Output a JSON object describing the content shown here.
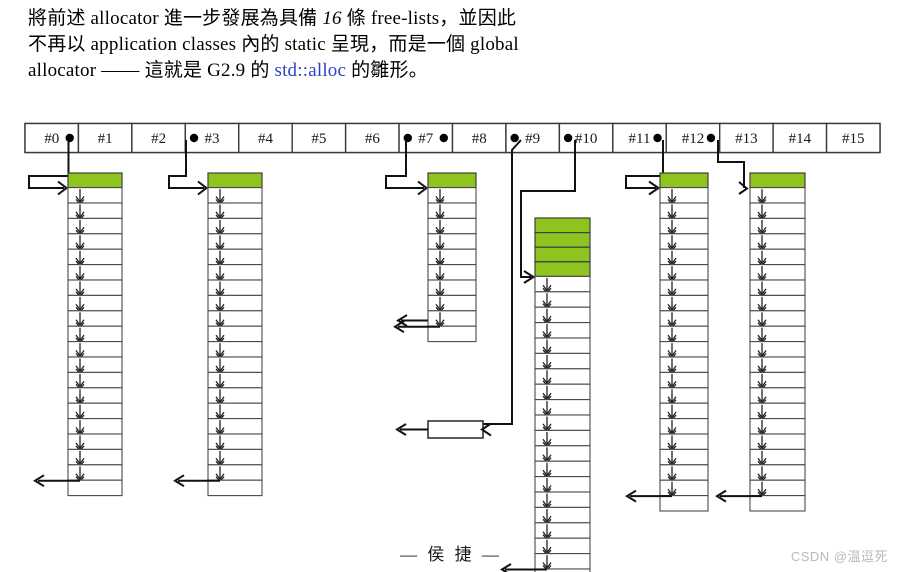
{
  "header": {
    "line1_a": "將前述 allocator 進一步發展為具備 ",
    "line1_em": "16",
    "line1_b": " 條 free-lists，並因此",
    "line2": "不再以 application classes 內的 static 呈現，而是一個 global",
    "line3_a": "allocator —— 這就是 G2.9 的 ",
    "line3_link": "std::alloc",
    "line3_b": " 的雛形。"
  },
  "colors": {
    "green_block": "#8fc31f",
    "link_blue": "#2b3fd0",
    "wire": "#111111",
    "cell_border": "#4a4a4a",
    "watermark": "#b9b9b9"
  },
  "free_list_bar": {
    "label": "free-lists index bar",
    "cells": [
      {
        "label": "#0",
        "dot_left": false,
        "dot_right": true
      },
      {
        "label": "#1",
        "dot_left": false,
        "dot_right": false
      },
      {
        "label": "#2",
        "dot_left": false,
        "dot_right": false
      },
      {
        "label": "#3",
        "dot_left": true,
        "dot_right": false
      },
      {
        "label": "#4",
        "dot_left": false,
        "dot_right": false
      },
      {
        "label": "#5",
        "dot_left": false,
        "dot_right": false
      },
      {
        "label": "#6",
        "dot_left": false,
        "dot_right": false
      },
      {
        "label": "#7",
        "dot_left": true,
        "dot_right": true
      },
      {
        "label": "#8",
        "dot_left": false,
        "dot_right": false
      },
      {
        "label": "#9",
        "dot_left": true,
        "dot_right": false
      },
      {
        "label": "#10",
        "dot_left": true,
        "dot_right": false
      },
      {
        "label": "#11",
        "dot_left": false,
        "dot_right": true
      },
      {
        "label": "#12",
        "dot_left": false,
        "dot_right": true
      },
      {
        "label": "#13",
        "dot_left": false,
        "dot_right": false
      },
      {
        "label": "#14",
        "dot_left": false,
        "dot_right": false
      },
      {
        "label": "#15",
        "dot_left": false,
        "dot_right": false
      }
    ]
  },
  "memory_columns": [
    {
      "name": "column-0",
      "source_index": "#0",
      "green_cells": 1,
      "white_cells": 19,
      "has_exit_arrow": true
    },
    {
      "name": "column-3",
      "source_index": "#3",
      "green_cells": 1,
      "white_cells": 19,
      "has_exit_arrow": true
    },
    {
      "name": "column-7",
      "source_index": "#7",
      "green_cells": 1,
      "white_cells": 9,
      "has_exit_arrow": true
    },
    {
      "name": "column-9",
      "source_index": "#10",
      "green_cells": 4,
      "white_cells": 19,
      "has_exit_arrow": true
    },
    {
      "name": "column-11",
      "source_index": "#11",
      "green_cells": 1,
      "white_cells": 20,
      "has_exit_arrow": true
    },
    {
      "name": "column-12",
      "source_index": "#12",
      "green_cells": 1,
      "white_cells": 20,
      "has_exit_arrow": true
    }
  ],
  "pool_block": {
    "name": "pool-rectangle",
    "label": ""
  },
  "footer": {
    "text": "— 侯 捷 —"
  },
  "watermark": {
    "text": "CSDN @温逗死"
  }
}
